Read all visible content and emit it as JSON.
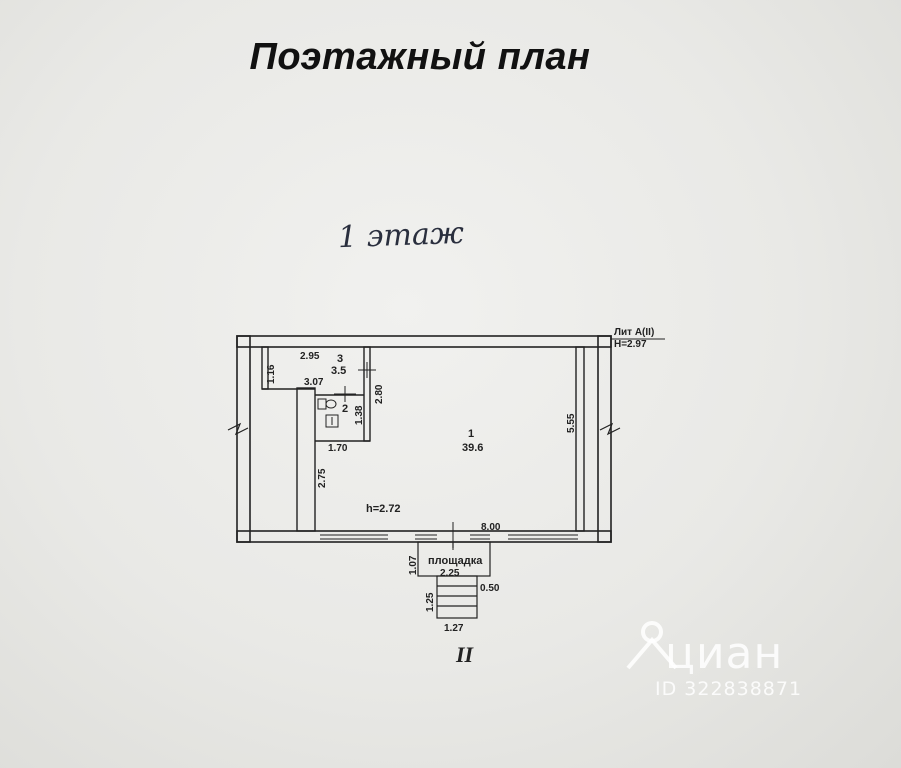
{
  "title": "Поэтажный план",
  "floor_label": "1 этаж",
  "lit": {
    "name": "Лит А(II)",
    "height": "Н=2.97"
  },
  "rooms": [
    {
      "number": "1",
      "area": "39.6"
    },
    {
      "number": "2",
      "area": ""
    },
    {
      "number": "3",
      "area": "3.5"
    }
  ],
  "ceiling_height": "h=2.72",
  "dimensions": {
    "d295": "2.95",
    "d116": "1.16",
    "d307": "3.07",
    "d280": "2.80",
    "d138": "1.38",
    "d170": "1.70",
    "d275": "2.75",
    "d555": "5.55",
    "d800": "8.00",
    "d107": "1.07",
    "d225": "2.25",
    "d050": "0.50",
    "d125": "1.25",
    "d127": "1.27"
  },
  "landing_label": "площадка",
  "section_mark": "II",
  "watermark": {
    "brand": "циан",
    "id": "ID 322838871"
  }
}
